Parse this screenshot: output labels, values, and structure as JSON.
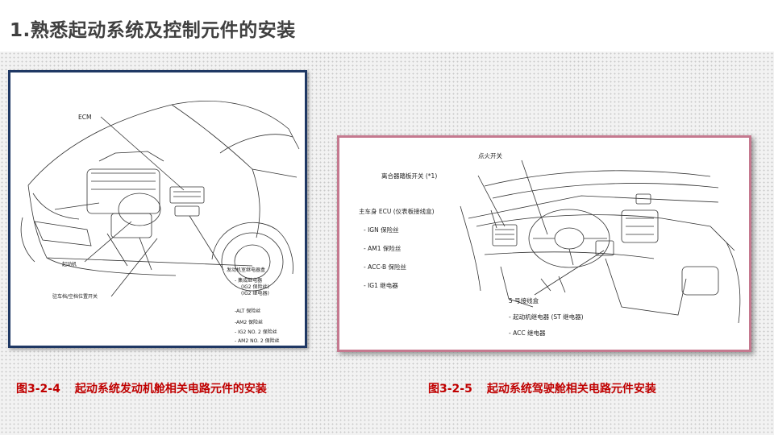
{
  "title": "1.熟悉起动系统及控制元件的安装",
  "figure_left": {
    "labels": {
      "ecm": "ECM",
      "starter": "起动机",
      "neutral_switch": "驻车档/空档位置开关",
      "relay_box": "发动机室继电器盒",
      "integrated_relay": "- 集成继电器",
      "ig2_fuse_1": "(IG2 保险丝)",
      "ig2_relay": "(IG2 继电器)",
      "alt_fuse": "-ALT 保险丝",
      "am2_fuse": "-AM2 保险丝",
      "ig2_no2_fuse": "- IG2 NO. 2 保险丝",
      "am2_no2_fuse": "- AM2 NO. 2 保险丝"
    }
  },
  "figure_right": {
    "labels": {
      "ignition_switch": "点火开关",
      "clutch_switch": "离合器踏板开关 (*1)",
      "main_body_ecu": "主车身 ECU (仪表板接线盒)",
      "ign_fuse": "- IGN 保险丝",
      "am1_fuse": "- AM1 保险丝",
      "accb_fuse": "- ACC-B 保险丝",
      "ig1_relay": "- IG1 继电器",
      "junction_box5": "5 号接线盒",
      "st_relay": "- 起动机继电器 (ST 继电器)",
      "acc_relay": "- ACC 继电器"
    }
  },
  "captions": {
    "left_num": "图3-2-4",
    "left_text": "起动系统发动机舱相关电路元件的安装",
    "right_num": "图3-2-5",
    "right_text": "起动系统驾驶舱相关电路元件安装"
  }
}
